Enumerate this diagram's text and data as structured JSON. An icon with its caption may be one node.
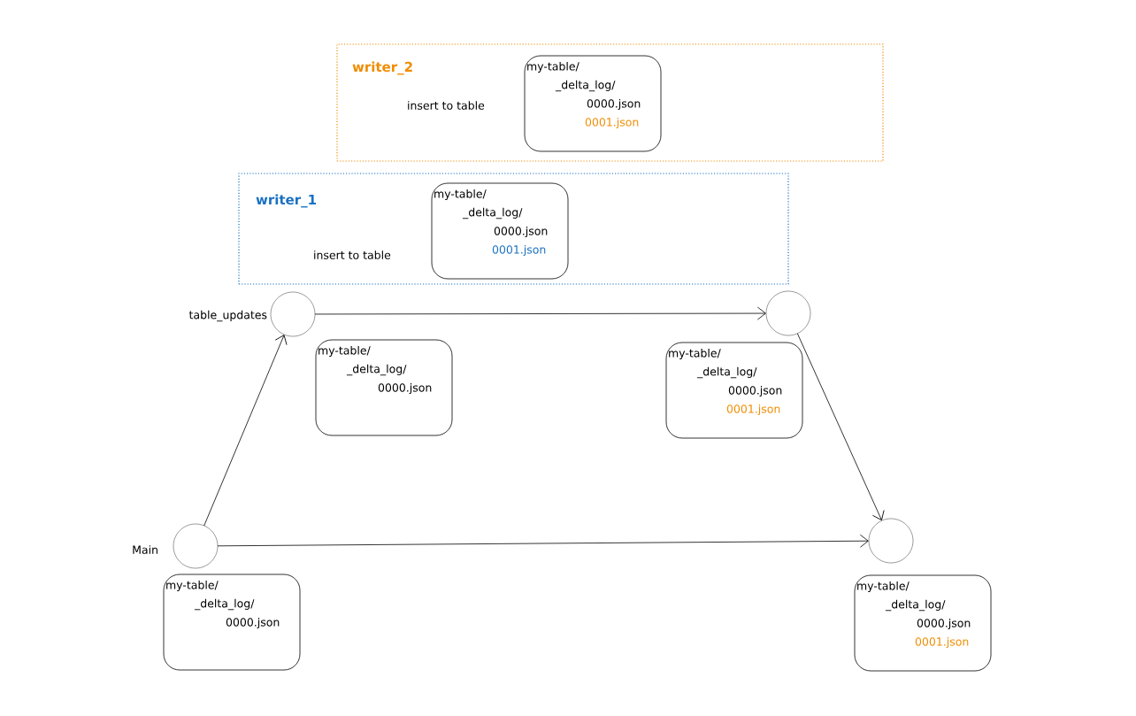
{
  "diagram": {
    "nodes": [
      {
        "text": [
          "writer_2",
          "insert to table"
        ]
      },
      {
        "text": [
          "my-table/",
          "_delta_log/",
          "0000.json",
          "0001.json"
        ],
        "in": 0
      },
      {
        "text": [
          "writer_1",
          "insert to table"
        ]
      },
      {
        "text": [
          "my-table/",
          "_delta_log/",
          "0000.json",
          "0001.json"
        ],
        "in": 2
      },
      {
        "text": [],
        "shape": "circle",
        "beside": [
          "table_updates"
        ]
      },
      {
        "text": [],
        "shape": "circle"
      },
      {
        "text": [
          "my-table/",
          "_delta_log/",
          "0000.json"
        ]
      },
      {
        "text": [
          "my-table/",
          "_delta_log/",
          "0000.json",
          "0001.json"
        ]
      },
      {
        "text": [],
        "shape": "circle"
      },
      {
        "text": [],
        "shape": "circle",
        "beside": [
          "Main"
        ]
      },
      {
        "text": [
          "my-table/",
          "_delta_log/",
          "0000.json"
        ]
      },
      {
        "text": [
          "my-table/",
          "_delta_log/",
          "0000.json",
          "0001.json"
        ]
      }
    ],
    "edges": [
      {
        "from": 9,
        "to": 4,
        "arrow": "to"
      },
      {
        "from": 4,
        "to": 5,
        "arrow": "to"
      },
      {
        "from": 5,
        "to": 8,
        "arrow": "to"
      },
      {
        "from": 9,
        "to": 8,
        "arrow": "to"
      }
    ]
  }
}
